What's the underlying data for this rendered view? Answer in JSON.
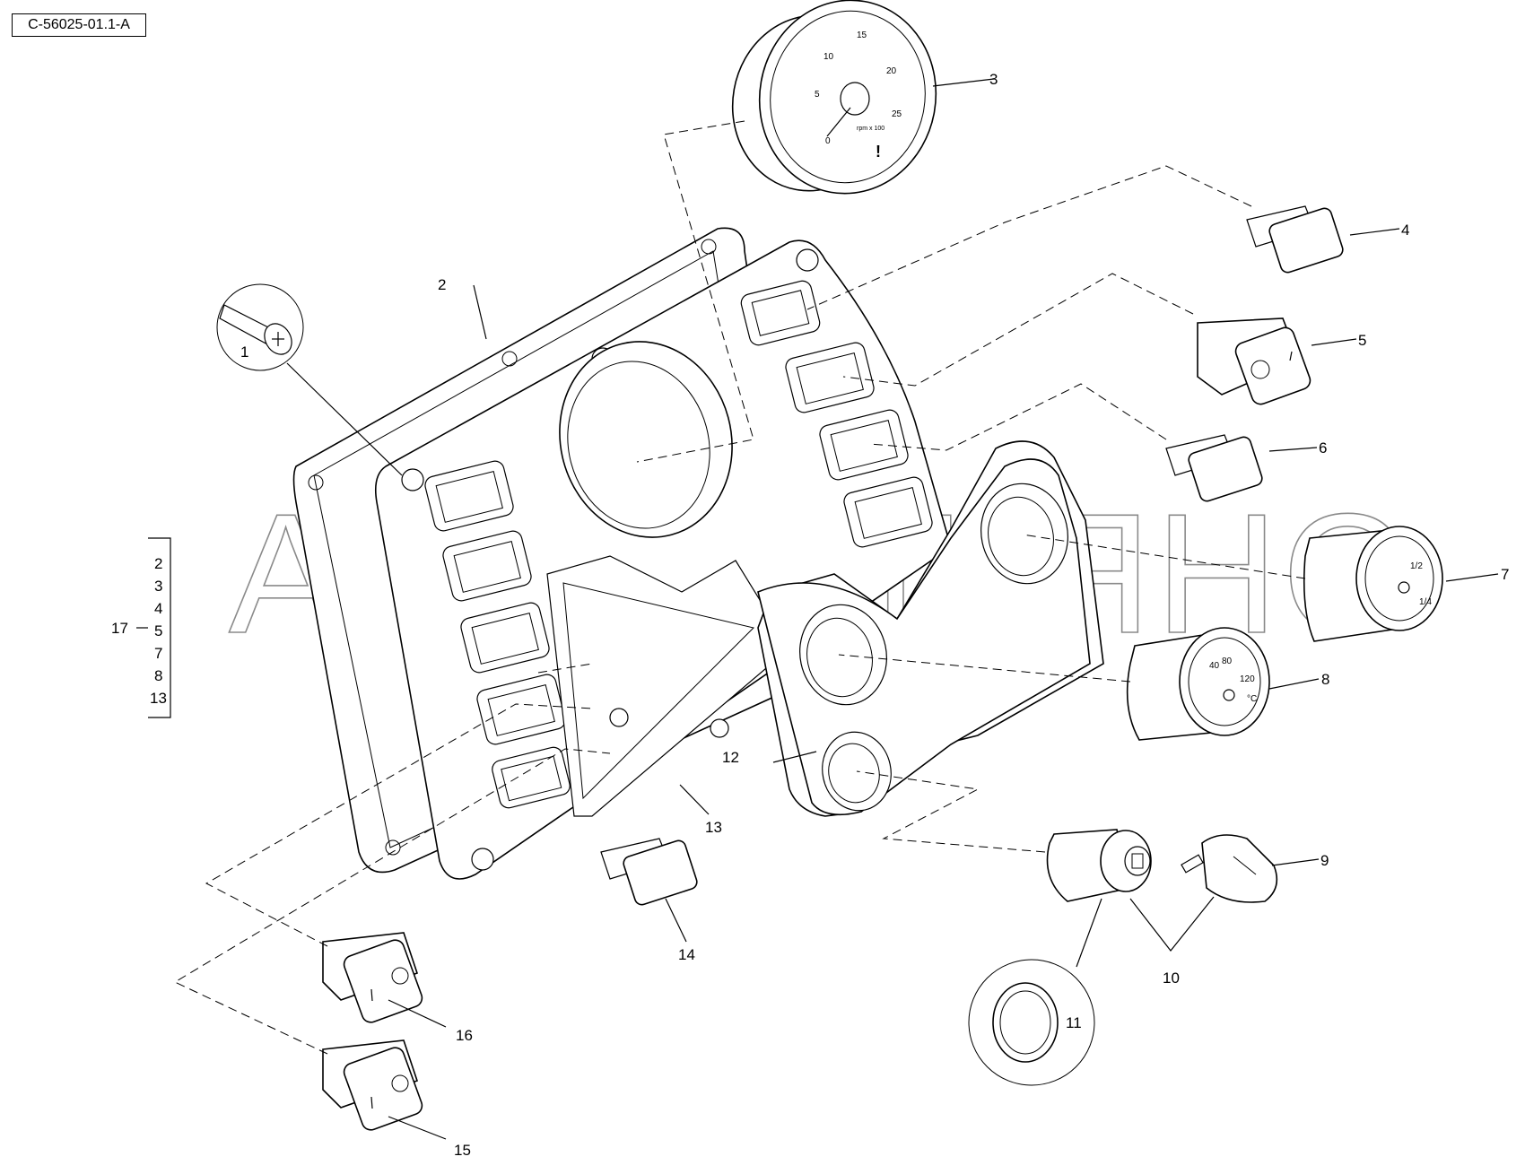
{
  "drawing_code": "C-56025-01.1-A",
  "watermark": "АВТОАЛЬЯНС",
  "tachometer": {
    "scale": [
      "0",
      "5",
      "10",
      "15",
      "20",
      "25"
    ],
    "unit": "rpm x 100",
    "warning": "!"
  },
  "fuel_gauge": {
    "mid": "1/2",
    "full": "1/4"
  },
  "temp_gauge": {
    "scale": [
      "40",
      "80",
      "120"
    ],
    "unit": "°C"
  },
  "callouts": {
    "p1": "1",
    "p2": "2",
    "p3": "3",
    "p4": "4",
    "p5": "5",
    "p6": "6",
    "p7": "7",
    "p8": "8",
    "p9": "9",
    "p10": "10",
    "p11": "11",
    "p12": "12",
    "p13": "13",
    "p14": "14",
    "p15": "15",
    "p16": "16",
    "p17": "17"
  },
  "assembly_17_items": [
    "2",
    "3",
    "4",
    "5",
    "7",
    "8",
    "13"
  ]
}
